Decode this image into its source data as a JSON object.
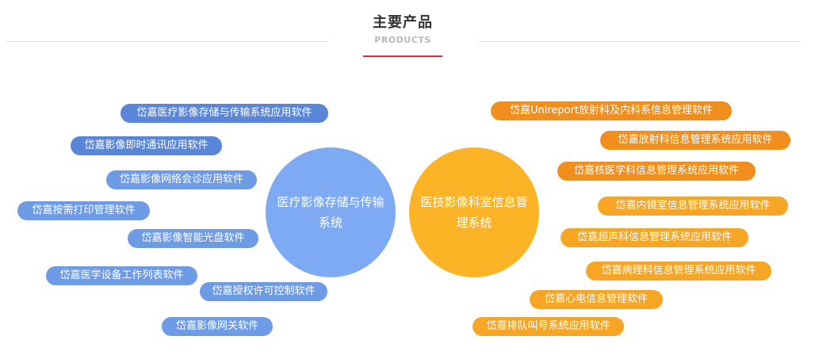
{
  "header": {
    "title": "主要产品",
    "subtitle": "PRODUCTS"
  },
  "colors": {
    "accent_line": "#d6303f",
    "blue_circle": "#7eaaf3",
    "orange_circle": "#fcb326",
    "blue_pill_dark": "#5a86d9",
    "blue_pill_light": "#6e9be6",
    "orange_pill_dark": "#f08f1d",
    "orange_pill_light": "#f7a524"
  },
  "left_group": {
    "center_label": "医疗影像存储与传输系统",
    "items": [
      "岱嘉医疗影像存储与传输系统应用软件",
      "岱嘉影像即时通讯应用软件",
      "岱嘉影像网络会诊应用软件",
      "岱嘉按需打印管理软件",
      "岱嘉影像智能光盘软件",
      "岱嘉医学设备工作列表软件",
      "岱嘉授权许可控制软件",
      "岱嘉影像网关软件"
    ]
  },
  "right_group": {
    "center_label": "医技影像科室信息管理系统",
    "items": [
      "岱嘉Unireport放射科及内科系信息管理软件",
      "岱嘉放射科信息管理系统应用软件",
      "岱嘉核医学科信息管理系统应用软件",
      "岱嘉内镜室信息管理系统应用软件",
      "岱嘉超声科信息管理系统应用软件",
      "岱嘉病理科信息管理系统应用软件",
      "岱嘉心电信息管理软件",
      "岱嘉排队叫号系统应用软件"
    ]
  }
}
